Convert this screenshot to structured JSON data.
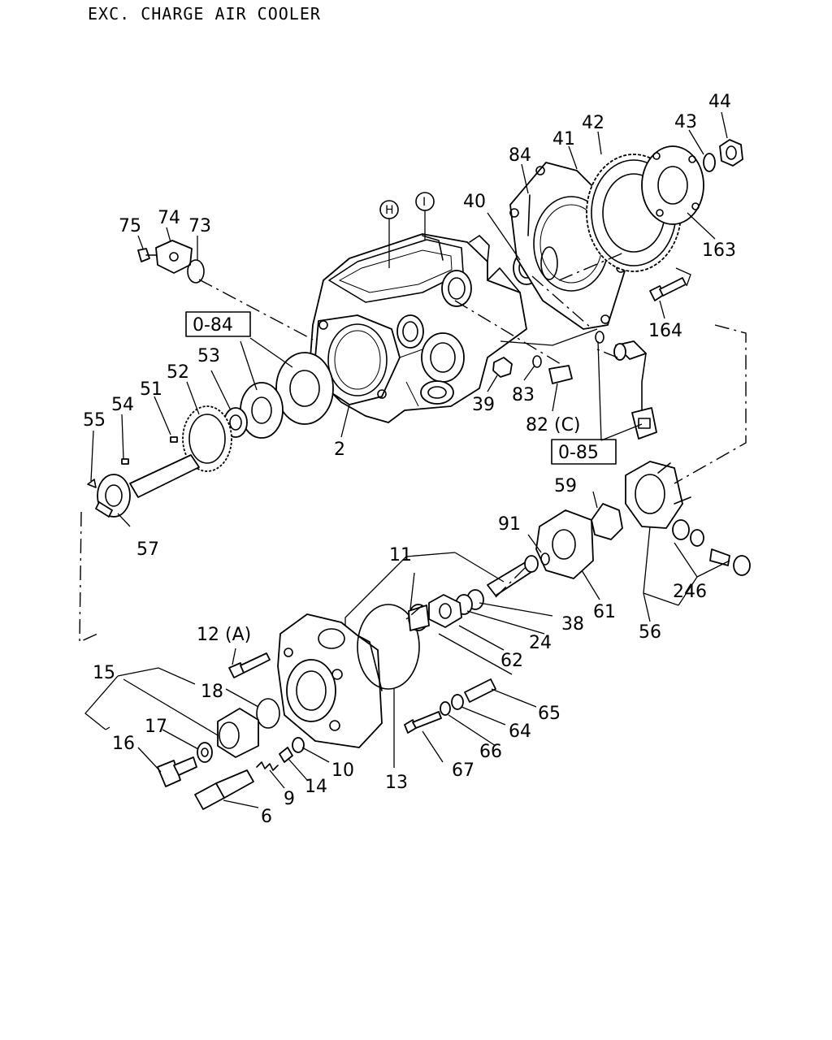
{
  "title": "EXC. CHARGE AIR COOLER",
  "callouts": {
    "c2": "2",
    "c6": "6",
    "c9": "9",
    "c10": "10",
    "c11": "11",
    "c12": "12 (A)",
    "c13": "13",
    "c14": "14",
    "c15": "15",
    "c16": "16",
    "c17": "17",
    "c18": "18",
    "c24": "24",
    "c38": "38",
    "c39": "39",
    "c40": "40",
    "c41": "41",
    "c42": "42",
    "c43": "43",
    "c44": "44",
    "c51": "51",
    "c52": "52",
    "c53": "53",
    "c54": "54",
    "c55": "55",
    "c56": "56",
    "c57": "57",
    "c59": "59",
    "c61": "61",
    "c62": "62",
    "c64": "64",
    "c65": "65",
    "c66": "66",
    "c67": "67",
    "c73": "73",
    "c74": "74",
    "c75": "75",
    "c82": "82 (C)",
    "c83": "83",
    "c84": "84",
    "c91": "91",
    "c163": "163",
    "c164": "164",
    "c246": "246"
  },
  "references": {
    "ref084": "0-84",
    "ref085": "0-85"
  },
  "circle_marks": {
    "mark_h": "H",
    "mark_i": "I"
  }
}
